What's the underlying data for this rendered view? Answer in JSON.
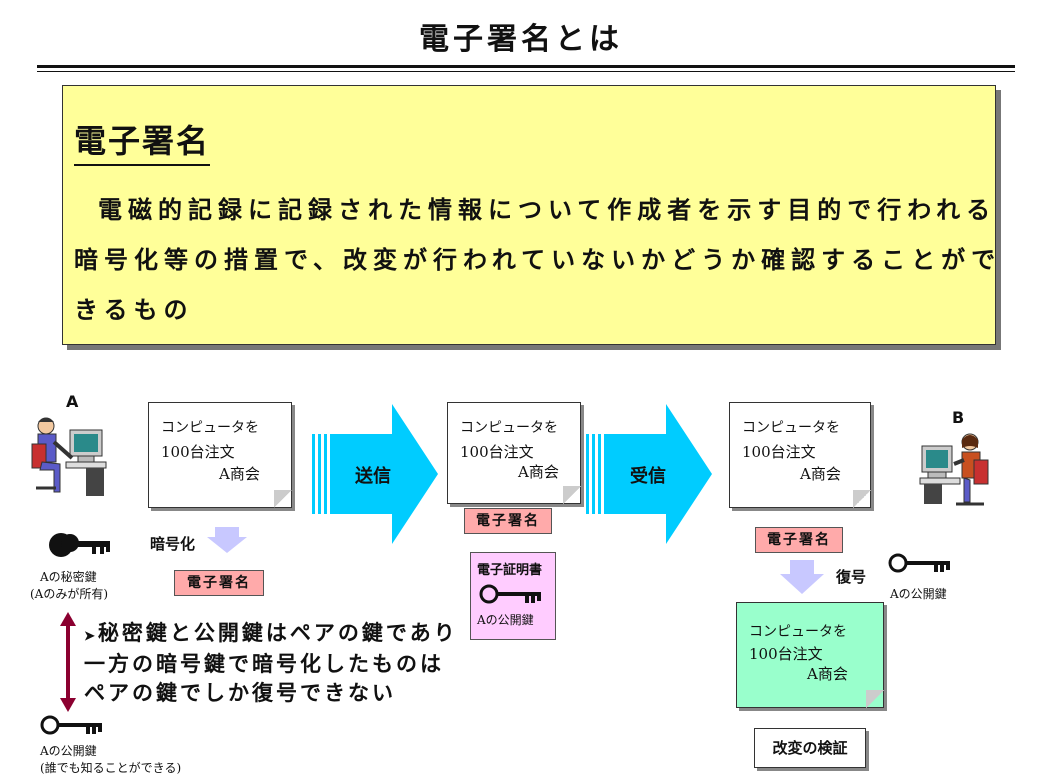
{
  "title": "電子署名とは",
  "definition": {
    "heading": "電子署名",
    "lines": [
      "電磁的記録に記録された情報について作成者を示す目的で行われる",
      "暗号化等の措置で、改変が行われていないかどうか確認することがで",
      "きるもの"
    ]
  },
  "sender": {
    "label": "A",
    "private_key_label": "Aの秘密鍵",
    "private_key_note": "(Aのみが所有)",
    "public_key_label": "Aの公開鍵",
    "public_key_note": "(誰でも知ることができる)"
  },
  "receiver": {
    "label": "B",
    "public_key_label": "Aの公開鍵"
  },
  "document": {
    "line1": "コンピュータを",
    "line2": "100台注文",
    "line3": "A商会"
  },
  "steps": {
    "encrypt": "暗号化",
    "send": "送信",
    "receive": "受信",
    "decrypt": "復号",
    "signature": "電子署名",
    "certificate_title": "電子証明書",
    "certificate_key_label": "Aの公開鍵",
    "verify": "改変の検証"
  },
  "note_lines": [
    "秘密鍵と公開鍵はペアの鍵であり",
    "一方の暗号鍵で暗号化したものは",
    "ペアの鍵でしか復号できない"
  ],
  "colors": {
    "definition_bg": "#ffff99",
    "arrow": "#00ccff",
    "signature_bg": "#ffaaaa",
    "certificate_bg": "#ffccff",
    "verified_doc_bg": "#99ffcc",
    "decrypt_arrow": "#c8c8ff",
    "double_arrow": "#8b0030"
  }
}
